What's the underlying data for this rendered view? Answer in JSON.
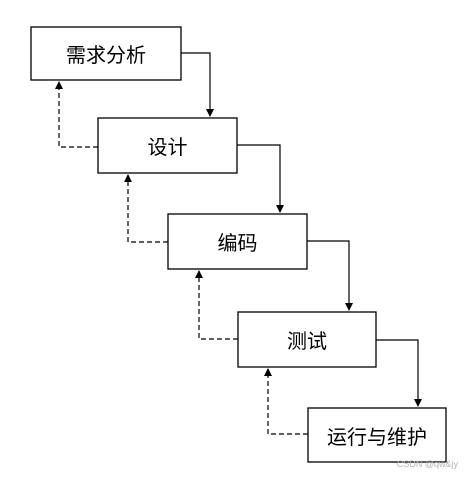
{
  "stages": [
    {
      "label": "需求分析"
    },
    {
      "label": "设计"
    },
    {
      "label": "编码"
    },
    {
      "label": "测试"
    },
    {
      "label": "运行与维护"
    }
  ],
  "watermark": "CSDN @qw&jy"
}
